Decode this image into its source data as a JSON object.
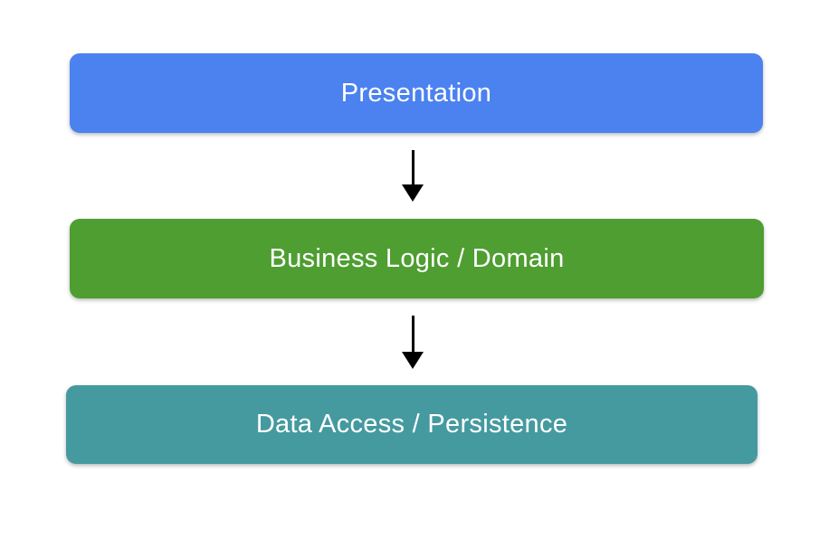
{
  "diagram": {
    "type": "layered-architecture",
    "background_color": "#ffffff",
    "arrow_color": "#000000",
    "text_color": "#ffffff",
    "layers": [
      {
        "label": "Presentation",
        "color": "#4b82ef"
      },
      {
        "label": "Business Logic / Domain",
        "color": "#4e9e31"
      },
      {
        "label": "Data Access / Persistence",
        "color": "#459a9f"
      }
    ],
    "arrows": [
      {
        "from": "Presentation",
        "to": "Business Logic / Domain",
        "direction": "down"
      },
      {
        "from": "Business Logic / Domain",
        "to": "Data Access / Persistence",
        "direction": "down"
      }
    ]
  }
}
